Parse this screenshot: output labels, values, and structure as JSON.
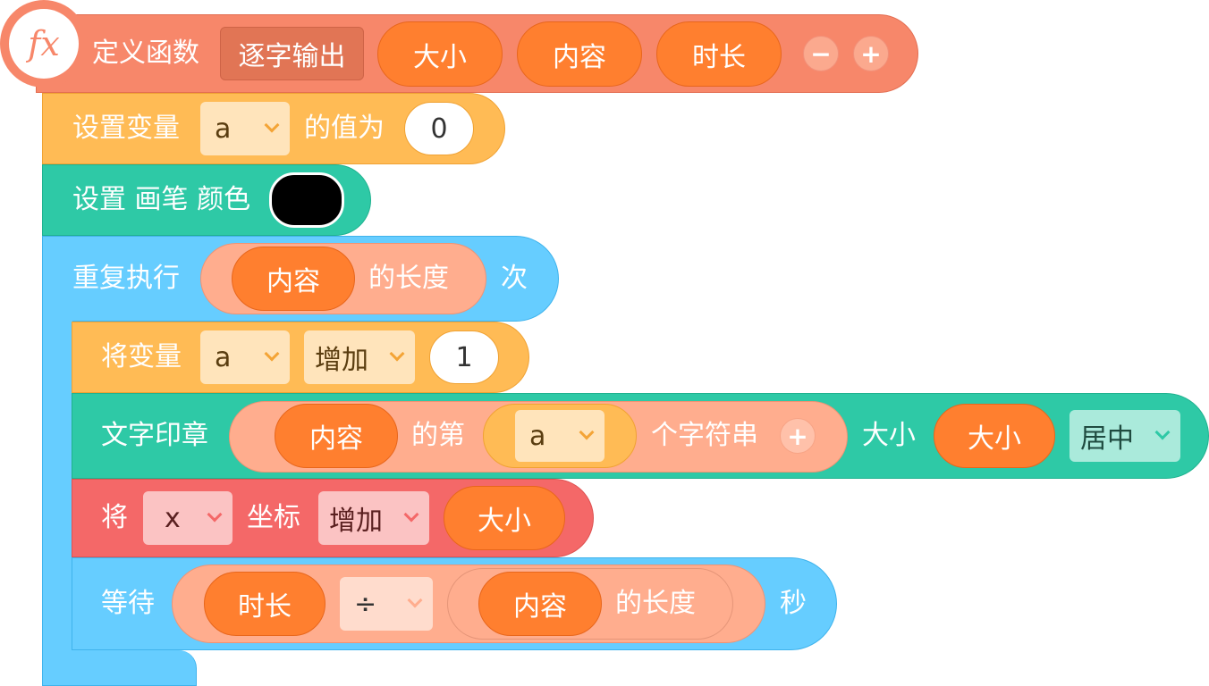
{
  "colors": {
    "define": "#f7876a",
    "variable": "#ffbb55",
    "pen": "#2ec9a6",
    "loop": "#66cdff",
    "operator_light": "#ffad8e",
    "reporter": "#ff7f2f",
    "motion": "#f46868"
  },
  "define_block": {
    "icon": "fx",
    "label": "定义函数",
    "function_name": "逐字输出",
    "params": [
      "大小",
      "内容",
      "时长"
    ],
    "minus_icon": "−",
    "plus_icon": "+"
  },
  "set_var": {
    "label": "设置变量",
    "variable": "a",
    "label2": "的值为",
    "value": "0"
  },
  "set_pen": {
    "label": "设置 画笔 颜色",
    "color": "#000000"
  },
  "repeat": {
    "label": "重复执行",
    "arg": "内容",
    "arg_suffix": "的长度",
    "label2": "次"
  },
  "change_var": {
    "label": "将变量",
    "variable": "a",
    "op": "增加",
    "value": "1"
  },
  "stamp": {
    "label": "文字印章",
    "arg": "内容",
    "mid": "的第",
    "index_var": "a",
    "suffix": "个字符串",
    "plus_icon": "+",
    "size_label": "大小",
    "size_arg": "大小",
    "align": "居中"
  },
  "move": {
    "label": "将",
    "axis": "x",
    "label2": "坐标",
    "op": "增加",
    "arg": "大小"
  },
  "wait": {
    "label": "等待",
    "arg1": "时长",
    "operator": "÷",
    "arg2": "内容",
    "arg2_suffix": "的长度",
    "label2": "秒"
  }
}
